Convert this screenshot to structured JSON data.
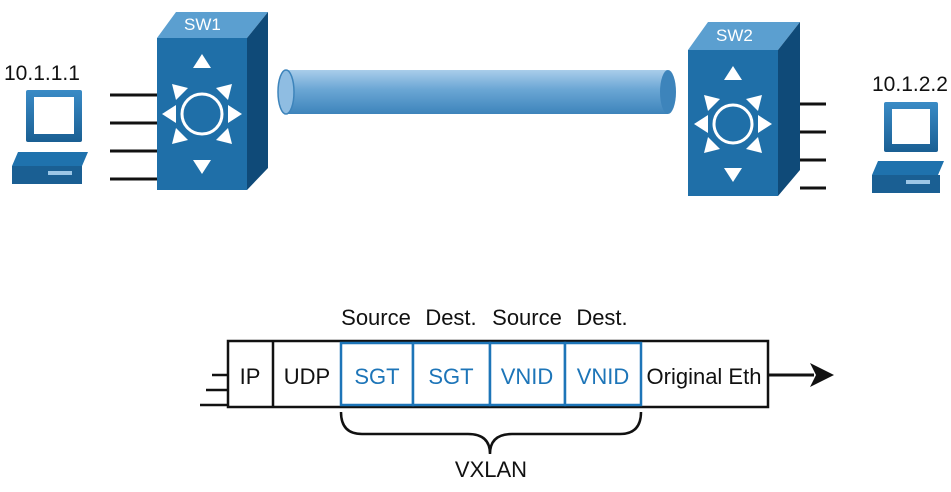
{
  "colors": {
    "switch_front": "#1f6fa8",
    "switch_top": "#5b9fd0",
    "switch_side": "#0f4a78",
    "tunnel": "#6aa6d4",
    "tunnel_dark": "#3d84bb",
    "pc": "#1f72ad",
    "vxlan_field_text": "#1d75b8",
    "vxlan_box_border": "#1d75b8",
    "black": "#111111"
  },
  "hosts": {
    "left": {
      "ip": "10.1.1.1",
      "icon": "pc-icon"
    },
    "right": {
      "ip": "10.1.2.2",
      "icon": "pc-icon"
    }
  },
  "switches": {
    "sw1": {
      "label": "SW1",
      "icon": "layer3-switch-icon"
    },
    "sw2": {
      "label": "SW2",
      "icon": "layer3-switch-icon"
    }
  },
  "tunnel": {
    "icon": "vxlan-tunnel-pipe"
  },
  "packet": {
    "header_labels": {
      "source_sgt": "Source",
      "dest_sgt": "Dest.",
      "source_vnid": "Source",
      "dest_vnid": "Dest."
    },
    "fields": {
      "ip": "IP",
      "udp": "UDP",
      "sgt_src": "SGT",
      "sgt_dst": "SGT",
      "vnid_src": "VNID",
      "vnid_dst": "VNID",
      "original_eth": "Original Eth"
    },
    "brace_label": "VXLAN"
  }
}
